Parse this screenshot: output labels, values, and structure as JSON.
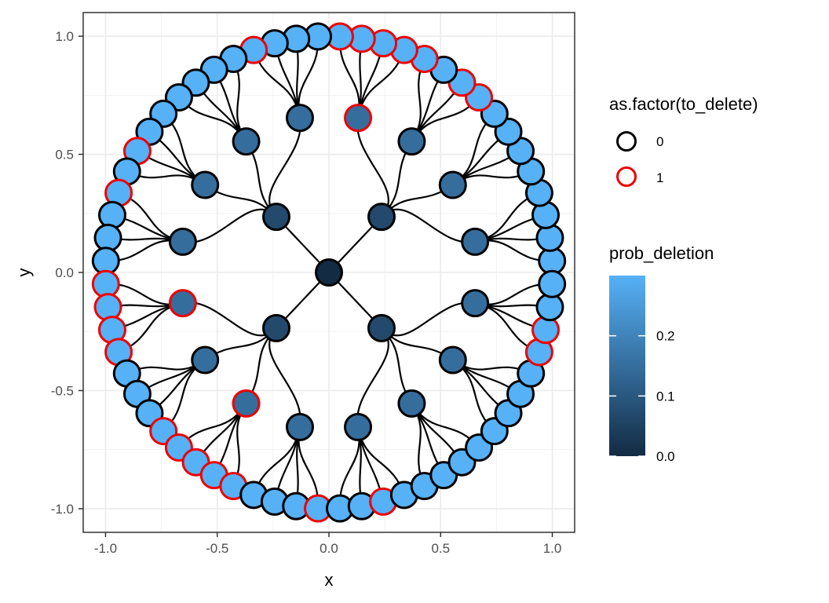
{
  "chart_data": {
    "type": "network-dendrogram",
    "xlabel": "x",
    "ylabel": "y",
    "xlim": [
      -1.1,
      1.1
    ],
    "ylim": [
      -1.1,
      1.1
    ],
    "xticks": [
      -1.0,
      -0.5,
      0.0,
      0.5,
      1.0
    ],
    "yticks": [
      -1.0,
      -0.5,
      0.0,
      0.5,
      1.0
    ],
    "xtick_labels": [
      "-1.0",
      "-0.5",
      "0.0",
      "0.5",
      "1.0"
    ],
    "ytick_labels": [
      "-1.0",
      "-0.5",
      "0.0",
      "0.5",
      "1.0"
    ],
    "grid": true,
    "legend_position": "right",
    "stroke_legend": {
      "title": "as.factor(to_delete)",
      "entries": [
        {
          "label": "0",
          "color": "#000000"
        },
        {
          "label": "1",
          "color": "#ee0000"
        }
      ]
    },
    "fill_legend": {
      "title": "prob_deletion",
      "ticks": [
        0.0,
        0.1,
        0.2
      ],
      "tick_labels": [
        "0.0",
        "0.1",
        "0.2"
      ],
      "range": [
        0,
        0.3
      ],
      "low_color": "#132b43",
      "high_color": "#56b1f7"
    },
    "tree": {
      "root": {
        "x": 0.0,
        "y": 0.0,
        "prob": 0.0,
        "del": 0
      },
      "level1_radius": 0.333,
      "level2_radius": 0.667,
      "leaf_radius": 1.0,
      "level1": [
        {
          "angle": 45,
          "prob": 0.07,
          "del": 0,
          "children": [
            {
              "angle": 11.25,
              "prob": 0.15,
              "del": 0,
              "leaves": [
                {
                  "del": 0
                },
                {
                  "del": 0
                },
                {
                  "del": 0
                },
                {
                  "del": 0
                }
              ]
            },
            {
              "angle": 33.75,
              "prob": 0.15,
              "del": 0,
              "leaves": [
                {
                  "del": 0
                },
                {
                  "del": 0
                },
                {
                  "del": 0
                },
                {
                  "del": 0
                }
              ]
            },
            {
              "angle": 56.25,
              "prob": 0.15,
              "del": 0,
              "leaves": [
                {
                  "del": 1
                },
                {
                  "del": 1
                },
                {
                  "del": 0
                },
                {
                  "del": 1
                }
              ]
            },
            {
              "angle": 78.75,
              "prob": 0.15,
              "del": 1,
              "leaves": [
                {
                  "del": 1
                },
                {
                  "del": 1
                },
                {
                  "del": 1
                },
                {
                  "del": 1
                }
              ]
            }
          ]
        },
        {
          "angle": 135,
          "prob": 0.07,
          "del": 0,
          "children": [
            {
              "angle": 101.25,
              "prob": 0.15,
              "del": 0,
              "leaves": [
                {
                  "del": 0
                },
                {
                  "del": 0
                },
                {
                  "del": 0
                },
                {
                  "del": 1
                }
              ]
            },
            {
              "angle": 123.75,
              "prob": 0.15,
              "del": 0,
              "leaves": [
                {
                  "del": 0
                },
                {
                  "del": 0
                },
                {
                  "del": 0
                },
                {
                  "del": 0
                }
              ]
            },
            {
              "angle": 146.25,
              "prob": 0.15,
              "del": 0,
              "leaves": [
                {
                  "del": 0
                },
                {
                  "del": 0
                },
                {
                  "del": 1
                },
                {
                  "del": 0
                }
              ]
            },
            {
              "angle": 168.75,
              "prob": 0.15,
              "del": 0,
              "leaves": [
                {
                  "del": 1
                },
                {
                  "del": 0
                },
                {
                  "del": 0
                },
                {
                  "del": 0
                }
              ]
            }
          ]
        },
        {
          "angle": 225,
          "prob": 0.07,
          "del": 0,
          "children": [
            {
              "angle": 191.25,
              "prob": 0.15,
              "del": 1,
              "leaves": [
                {
                  "del": 1
                },
                {
                  "del": 1
                },
                {
                  "del": 1
                },
                {
                  "del": 1
                }
              ]
            },
            {
              "angle": 213.75,
              "prob": 0.15,
              "del": 0,
              "leaves": [
                {
                  "del": 0
                },
                {
                  "del": 0
                },
                {
                  "del": 0
                },
                {
                  "del": 1
                }
              ]
            },
            {
              "angle": 236.25,
              "prob": 0.15,
              "del": 1,
              "leaves": [
                {
                  "del": 1
                },
                {
                  "del": 1
                },
                {
                  "del": 1
                },
                {
                  "del": 1
                }
              ]
            },
            {
              "angle": 258.75,
              "prob": 0.15,
              "del": 0,
              "leaves": [
                {
                  "del": 0
                },
                {
                  "del": 0
                },
                {
                  "del": 0
                },
                {
                  "del": 1
                }
              ]
            }
          ]
        },
        {
          "angle": 315,
          "prob": 0.07,
          "del": 0,
          "children": [
            {
              "angle": 281.25,
              "prob": 0.15,
              "del": 0,
              "leaves": [
                {
                  "del": 0
                },
                {
                  "del": 0
                },
                {
                  "del": 1
                },
                {
                  "del": 0
                }
              ]
            },
            {
              "angle": 303.75,
              "prob": 0.15,
              "del": 0,
              "leaves": [
                {
                  "del": 0
                },
                {
                  "del": 0
                },
                {
                  "del": 0
                },
                {
                  "del": 0
                }
              ]
            },
            {
              "angle": 326.25,
              "prob": 0.15,
              "del": 0,
              "leaves": [
                {
                  "del": 0
                },
                {
                  "del": 0
                },
                {
                  "del": 0
                },
                {
                  "del": 0
                }
              ]
            },
            {
              "angle": 348.75,
              "prob": 0.15,
              "del": 0,
              "leaves": [
                {
                  "del": 1
                },
                {
                  "del": 1
                },
                {
                  "del": 0
                },
                {
                  "del": 0
                }
              ]
            }
          ]
        }
      ],
      "leaf_prob": 0.3
    }
  }
}
